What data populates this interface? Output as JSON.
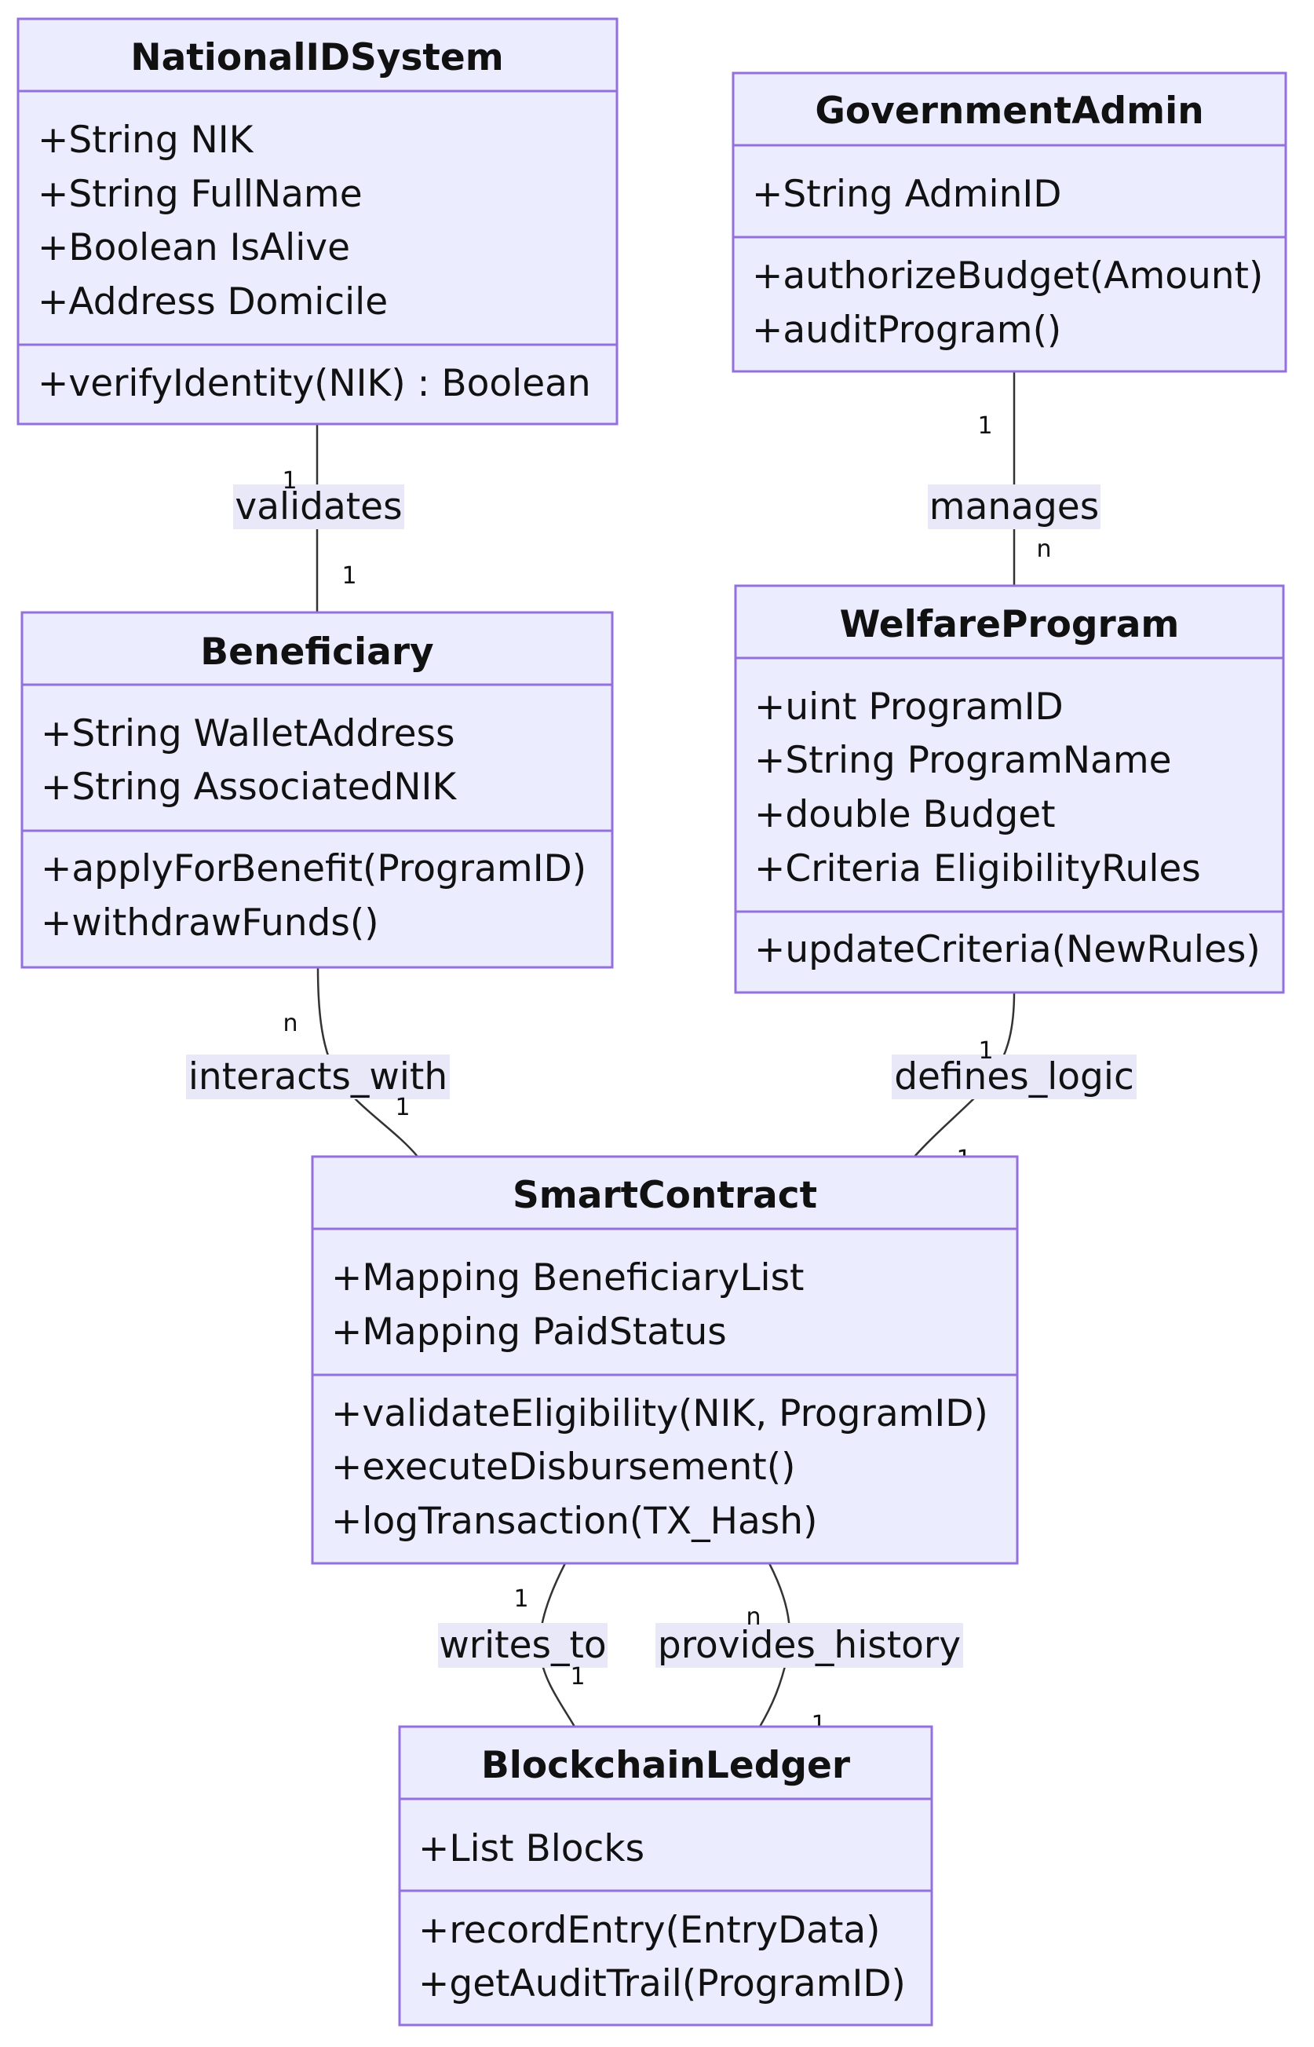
{
  "classes": {
    "national_id_system": {
      "name": "NationalIDSystem",
      "attributes": [
        "+String NIK",
        "+String FullName",
        "+Boolean IsAlive",
        "+Address Domicile"
      ],
      "methods": [
        "+verifyIdentity(NIK) : Boolean"
      ]
    },
    "government_admin": {
      "name": "GovernmentAdmin",
      "attributes": [
        "+String AdminID"
      ],
      "methods": [
        "+authorizeBudget(Amount)",
        "+auditProgram()"
      ]
    },
    "beneficiary": {
      "name": "Beneficiary",
      "attributes": [
        "+String WalletAddress",
        "+String AssociatedNIK"
      ],
      "methods": [
        "+applyForBenefit(ProgramID)",
        "+withdrawFunds()"
      ]
    },
    "welfare_program": {
      "name": "WelfareProgram",
      "attributes": [
        "+uint ProgramID",
        "+String ProgramName",
        "+double Budget",
        "+Criteria EligibilityRules"
      ],
      "methods": [
        "+updateCriteria(NewRules)"
      ]
    },
    "smart_contract": {
      "name": "SmartContract",
      "attributes": [
        "+Mapping BeneficiaryList",
        "+Mapping PaidStatus"
      ],
      "methods": [
        "+validateEligibility(NIK, ProgramID)",
        "+executeDisbursement()",
        "+logTransaction(TX_Hash)"
      ]
    },
    "blockchain_ledger": {
      "name": "BlockchainLedger",
      "attributes": [
        "+List Blocks"
      ],
      "methods": [
        "+recordEntry(EntryData)",
        "+getAuditTrail(ProgramID)"
      ]
    }
  },
  "relations": {
    "validates": {
      "label": "validates",
      "from_card": "1",
      "to_card": "1"
    },
    "manages": {
      "label": "manages",
      "from_card": "1",
      "to_card": "n"
    },
    "interacts_with": {
      "label": "interacts_with",
      "from_card": "n",
      "to_card": "1"
    },
    "defines_logic": {
      "label": "defines_logic",
      "from_card": "1",
      "to_card": "1"
    },
    "writes_to": {
      "label": "writes_to",
      "from_card": "1",
      "to_card": "1"
    },
    "provides_history": {
      "label": "provides_history",
      "from_card": "n",
      "to_card": "1"
    }
  }
}
